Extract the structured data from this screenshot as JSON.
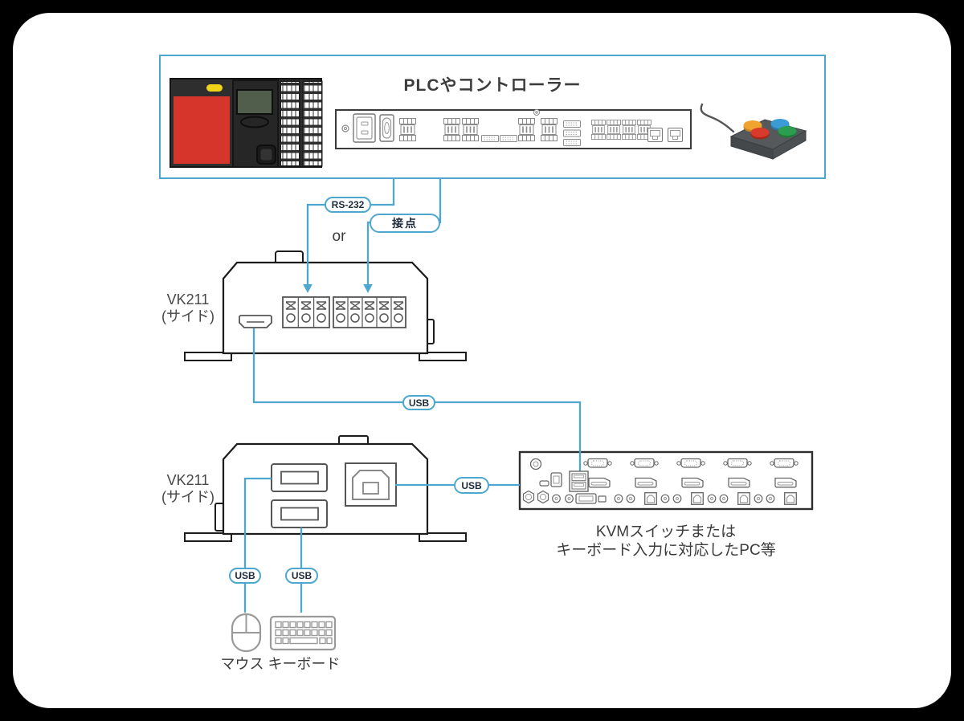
{
  "colors": {
    "accent_blue": "#4da7ce",
    "pill_text": "#1d2b3a",
    "text": "#3c3c3c",
    "plc_red": "#d6352c",
    "led_yellow": "#efd419",
    "button_orange": "#f0a32e",
    "button_blue": "#3b9bd5",
    "button_red": "#d93a2b",
    "button_green": "#2c9c4e"
  },
  "plc": {
    "title": "PLCやコントローラー"
  },
  "connections": {
    "rs232": "RS-232",
    "contact": "接点",
    "or": "or",
    "usb": "USB"
  },
  "device_top": {
    "name": "VK211",
    "view": "(サイド)"
  },
  "device_bottom": {
    "name": "VK211",
    "view": "(サイド)"
  },
  "kvm": {
    "caption_line1": "KVMスイッチまたは",
    "caption_line2": "キーボード入力に対応したPC等"
  },
  "peripherals": {
    "label": "マウス キーボード"
  },
  "icons": {
    "plc-icon": "svg-shape",
    "controller-board-icon": "svg-shape",
    "push-button-box-icon": "svg-shape",
    "vk211-side-icon": "svg-shape",
    "hdmi-port-icon": "svg-shape",
    "terminal-block-icon": "svg-shape",
    "usb-a-port-icon": "svg-shape",
    "usb-b-port-icon": "svg-shape",
    "kvm-rear-panel-icon": "svg-shape",
    "mouse-icon": "svg-shape",
    "keyboard-icon": "svg-shape"
  }
}
